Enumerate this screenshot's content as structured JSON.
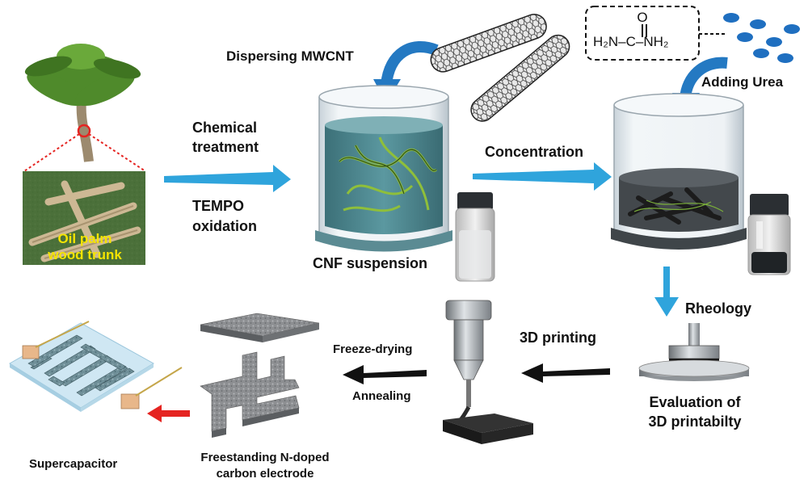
{
  "labels": {
    "dispersing": "Dispersing MWCNT",
    "adding_urea": "Adding Urea",
    "chemical_1": "Chemical",
    "chemical_2": "treatment",
    "tempo_1": "TEMPO",
    "tempo_2": "oxidation",
    "concentration": "Concentration",
    "cnf": "CNF suspension",
    "oil_1": "Oil palm",
    "oil_2": "wood trunk",
    "rheology": "Rheology",
    "printing": "3D printing",
    "freeze": "Freeze-drying",
    "annealing": "Annealing",
    "eval_1": "Evaluation of",
    "eval_2": "3D printabilty",
    "super": "Supercapacitor",
    "free_1": "Freestanding N-doped",
    "free_2": "carbon electrode"
  },
  "urea": {
    "o": "O",
    "left": "H₂N–C–NH₂"
  },
  "colors": {
    "blue_arrow": "#2fa4dc",
    "dark_arrow": "#111111",
    "red_arrow": "#e52421",
    "liquid": "#4f8c94",
    "electrode": "#6f8f98",
    "label_yellow": "#f5e400"
  }
}
